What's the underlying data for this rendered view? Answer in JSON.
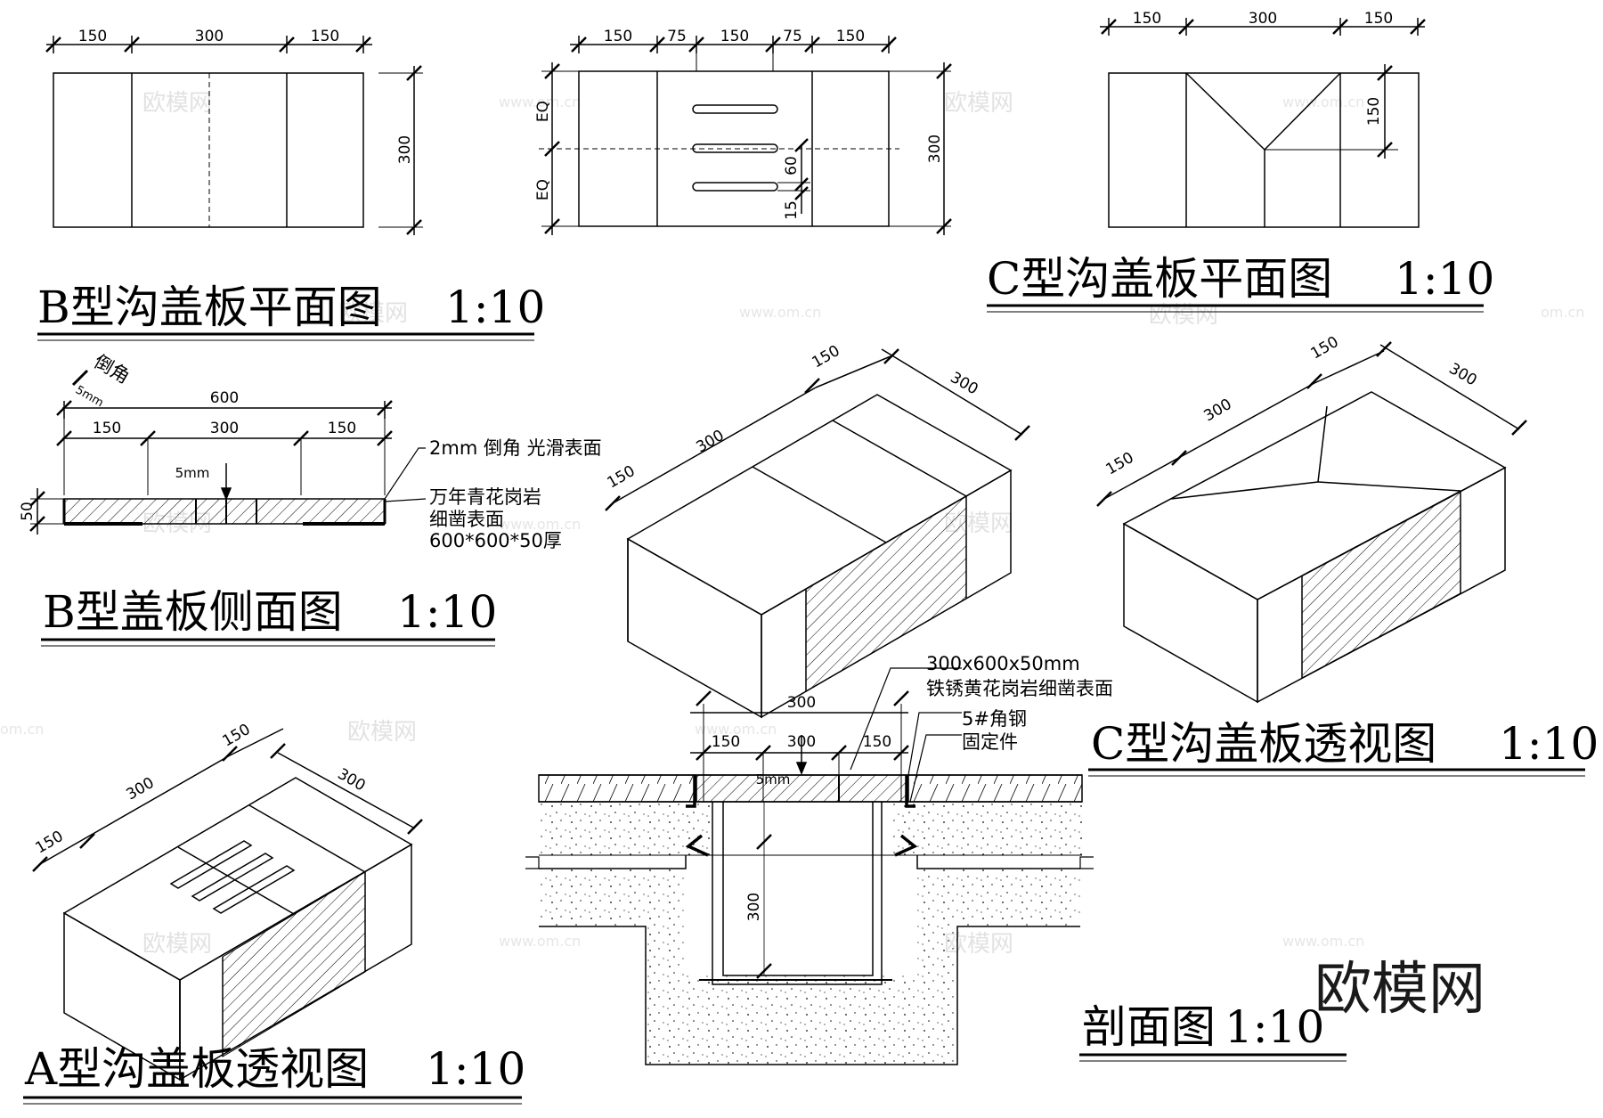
{
  "titles": {
    "b_plan": "B型沟盖板平面图",
    "b_plan_scale": "1:10",
    "c_plan": "C型沟盖板平面图",
    "c_plan_scale": "1:10",
    "b_side": "B型盖板侧面图",
    "b_side_scale": "1:10",
    "c_persp": "C型沟盖板透视图",
    "c_persp_scale": "1:10",
    "a_persp": "A型沟盖板透视图",
    "a_persp_scale": "1:10",
    "section": "剖面图",
    "section_scale": "1:10"
  },
  "b_plan_dims": {
    "left": "150",
    "mid": "300",
    "right": "150",
    "height": "300"
  },
  "a_plan_dims": {
    "d1": "150",
    "d2": "75",
    "d3": "150",
    "d4": "75",
    "d5": "150",
    "height": "300",
    "eq1": "EQ",
    "eq2": "EQ",
    "slot": "60",
    "gap": "15"
  },
  "c_plan_dims": {
    "left": "150",
    "mid": "300",
    "right": "150",
    "v150": "150"
  },
  "b_side": {
    "chamfer_label": "倒角",
    "chamfer_size": "5mm",
    "total": "600",
    "left": "150",
    "mid": "300",
    "right": "150",
    "joint": "5mm",
    "thick": "50",
    "note1": "2mm 倒角 光滑表面",
    "note2": "万年青花岗岩",
    "note3": "细凿表面",
    "note4": "600*600*50厚"
  },
  "iso_b_dims": {
    "w150": "150",
    "d300": "300",
    "l300": "300",
    "l150": "150"
  },
  "iso_c_dims": {
    "w150": "150",
    "d300": "300",
    "l300": "300",
    "l150": "150"
  },
  "iso_a_dims": {
    "w150": "150",
    "d300": "300",
    "l300": "300",
    "l150": "150"
  },
  "section": {
    "top": "300",
    "left": "150",
    "mid": "300",
    "right": "150",
    "joint": "5mm",
    "depth": "300",
    "note1": "300x600x50mm",
    "note2": "铁锈黄花岗岩细凿表面",
    "note3": "5#角钢",
    "note4": "固定件"
  },
  "watermarks": {
    "cn": "欧模网",
    "url": "www.om.cn",
    "url_short": "om.cn",
    "logo": "欧模网"
  }
}
